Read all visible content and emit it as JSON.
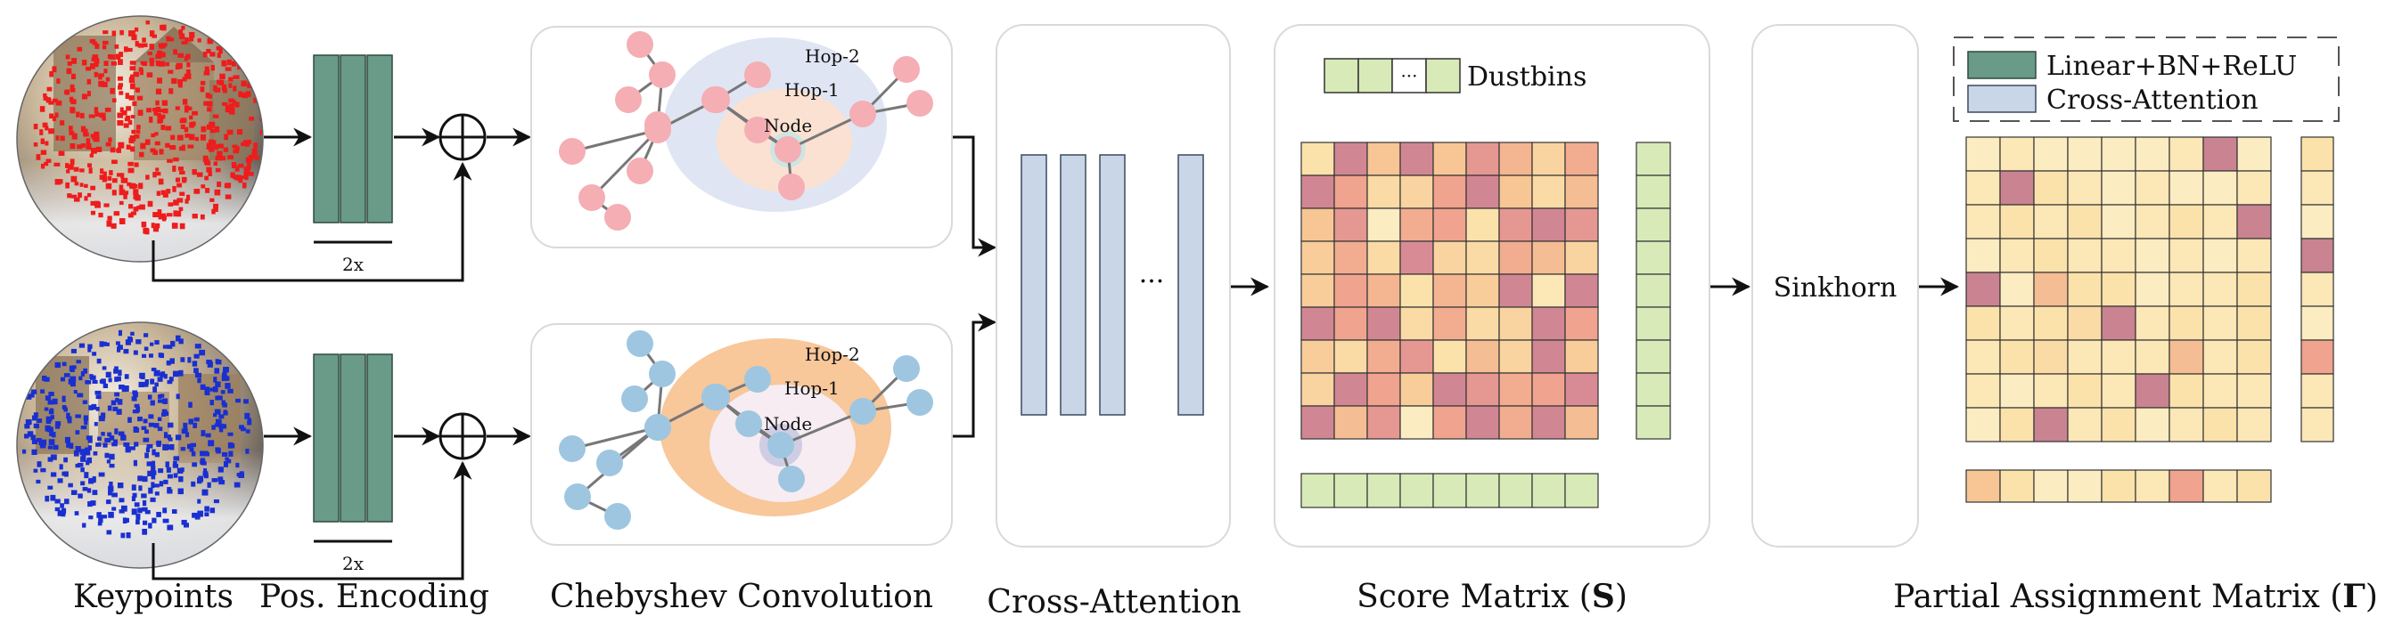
{
  "labels": {
    "keypoints": "Keypoints",
    "pos_encoding": "Pos. Encoding",
    "chebyshev": "Chebyshev Convolution",
    "cross_attention": "Cross-Attention",
    "score_matrix_prefix": "Score Matrix (",
    "score_matrix_symbol": "S",
    "score_matrix_suffix": ")",
    "partial_prefix": "Partial Assignment Matrix (",
    "partial_symbol": "Γ",
    "partial_suffix": ")",
    "repeat_top": "2x",
    "repeat_bottom": "2x",
    "sinkhorn": "Sinkhorn",
    "dustbins": "Dustbins",
    "dustbin_dots": "···",
    "attention_dots": "···",
    "hop2_top": "Hop-2",
    "hop1_top": "Hop-1",
    "node_top": "Node",
    "hop2_bottom": "Hop-2",
    "hop1_bottom": "Hop-1",
    "node_bottom": "Node"
  },
  "legend": {
    "linear": "Linear+BN+ReLU",
    "cross": "Cross-Attention"
  },
  "colors": {
    "encoder_green": "#6a9a88",
    "attention_blue": "#c8d6e8",
    "dustbin_green": "#d8eab8",
    "node_pink": "#f4aeb4",
    "node_blue": "#9ec6e0",
    "hop_top_outer": "#dfe5f3",
    "hop_top_inner": "#fbe1d2",
    "hop_bottom_outer": "#f8c79a",
    "hop_bottom_inner": "#f6ecf1",
    "keypoint_red": "#ee1c1c",
    "keypoint_blue": "#1a2fd0"
  },
  "score_matrix": [
    [
      0.2,
      0.85,
      0.4,
      0.85,
      0.4,
      0.7,
      0.5,
      0.3,
      0.55
    ],
    [
      0.85,
      0.6,
      0.25,
      0.3,
      0.6,
      0.85,
      0.4,
      0.25,
      0.45
    ],
    [
      0.4,
      0.7,
      0.1,
      0.55,
      0.6,
      0.2,
      0.7,
      0.85,
      0.7
    ],
    [
      0.35,
      0.55,
      0.25,
      0.8,
      0.3,
      0.25,
      0.55,
      0.45,
      0.3
    ],
    [
      0.35,
      0.6,
      0.5,
      0.2,
      0.5,
      0.35,
      0.85,
      0.15,
      0.85
    ],
    [
      0.85,
      0.6,
      0.85,
      0.25,
      0.55,
      0.25,
      0.3,
      0.85,
      0.6
    ],
    [
      0.35,
      0.25,
      0.55,
      0.7,
      0.2,
      0.45,
      0.3,
      0.85,
      0.35
    ],
    [
      0.3,
      0.85,
      0.6,
      0.35,
      0.85,
      0.7,
      0.55,
      0.6,
      0.8
    ],
    [
      0.85,
      0.45,
      0.7,
      0.1,
      0.6,
      0.85,
      0.55,
      0.85,
      0.45
    ]
  ],
  "partial_matrix": [
    [
      0.1,
      0.15,
      0.1,
      0.1,
      0.1,
      0.1,
      0.15,
      0.9,
      0.1
    ],
    [
      0.15,
      0.9,
      0.2,
      0.15,
      0.1,
      0.15,
      0.1,
      0.1,
      0.15
    ],
    [
      0.15,
      0.2,
      0.15,
      0.2,
      0.1,
      0.15,
      0.2,
      0.15,
      0.9
    ],
    [
      0.1,
      0.15,
      0.2,
      0.15,
      0.15,
      0.1,
      0.15,
      0.1,
      0.15
    ],
    [
      0.9,
      0.1,
      0.45,
      0.2,
      0.2,
      0.1,
      0.15,
      0.15,
      0.2
    ],
    [
      0.2,
      0.15,
      0.2,
      0.25,
      0.9,
      0.15,
      0.2,
      0.15,
      0.2
    ],
    [
      0.15,
      0.2,
      0.25,
      0.15,
      0.15,
      0.15,
      0.45,
      0.15,
      0.2
    ],
    [
      0.15,
      0.1,
      0.15,
      0.2,
      0.15,
      0.9,
      0.2,
      0.15,
      0.15
    ],
    [
      0.1,
      0.2,
      0.9,
      0.15,
      0.2,
      0.1,
      0.15,
      0.2,
      0.15
    ]
  ],
  "partial_dustbin_col": [
    0.2,
    0.15,
    0.1,
    0.9,
    0.15,
    0.1,
    0.6,
    0.15,
    0.15
  ],
  "partial_dustbin_row": [
    0.4,
    0.2,
    0.1,
    0.1,
    0.2,
    0.15,
    0.6,
    0.15,
    0.2
  ]
}
